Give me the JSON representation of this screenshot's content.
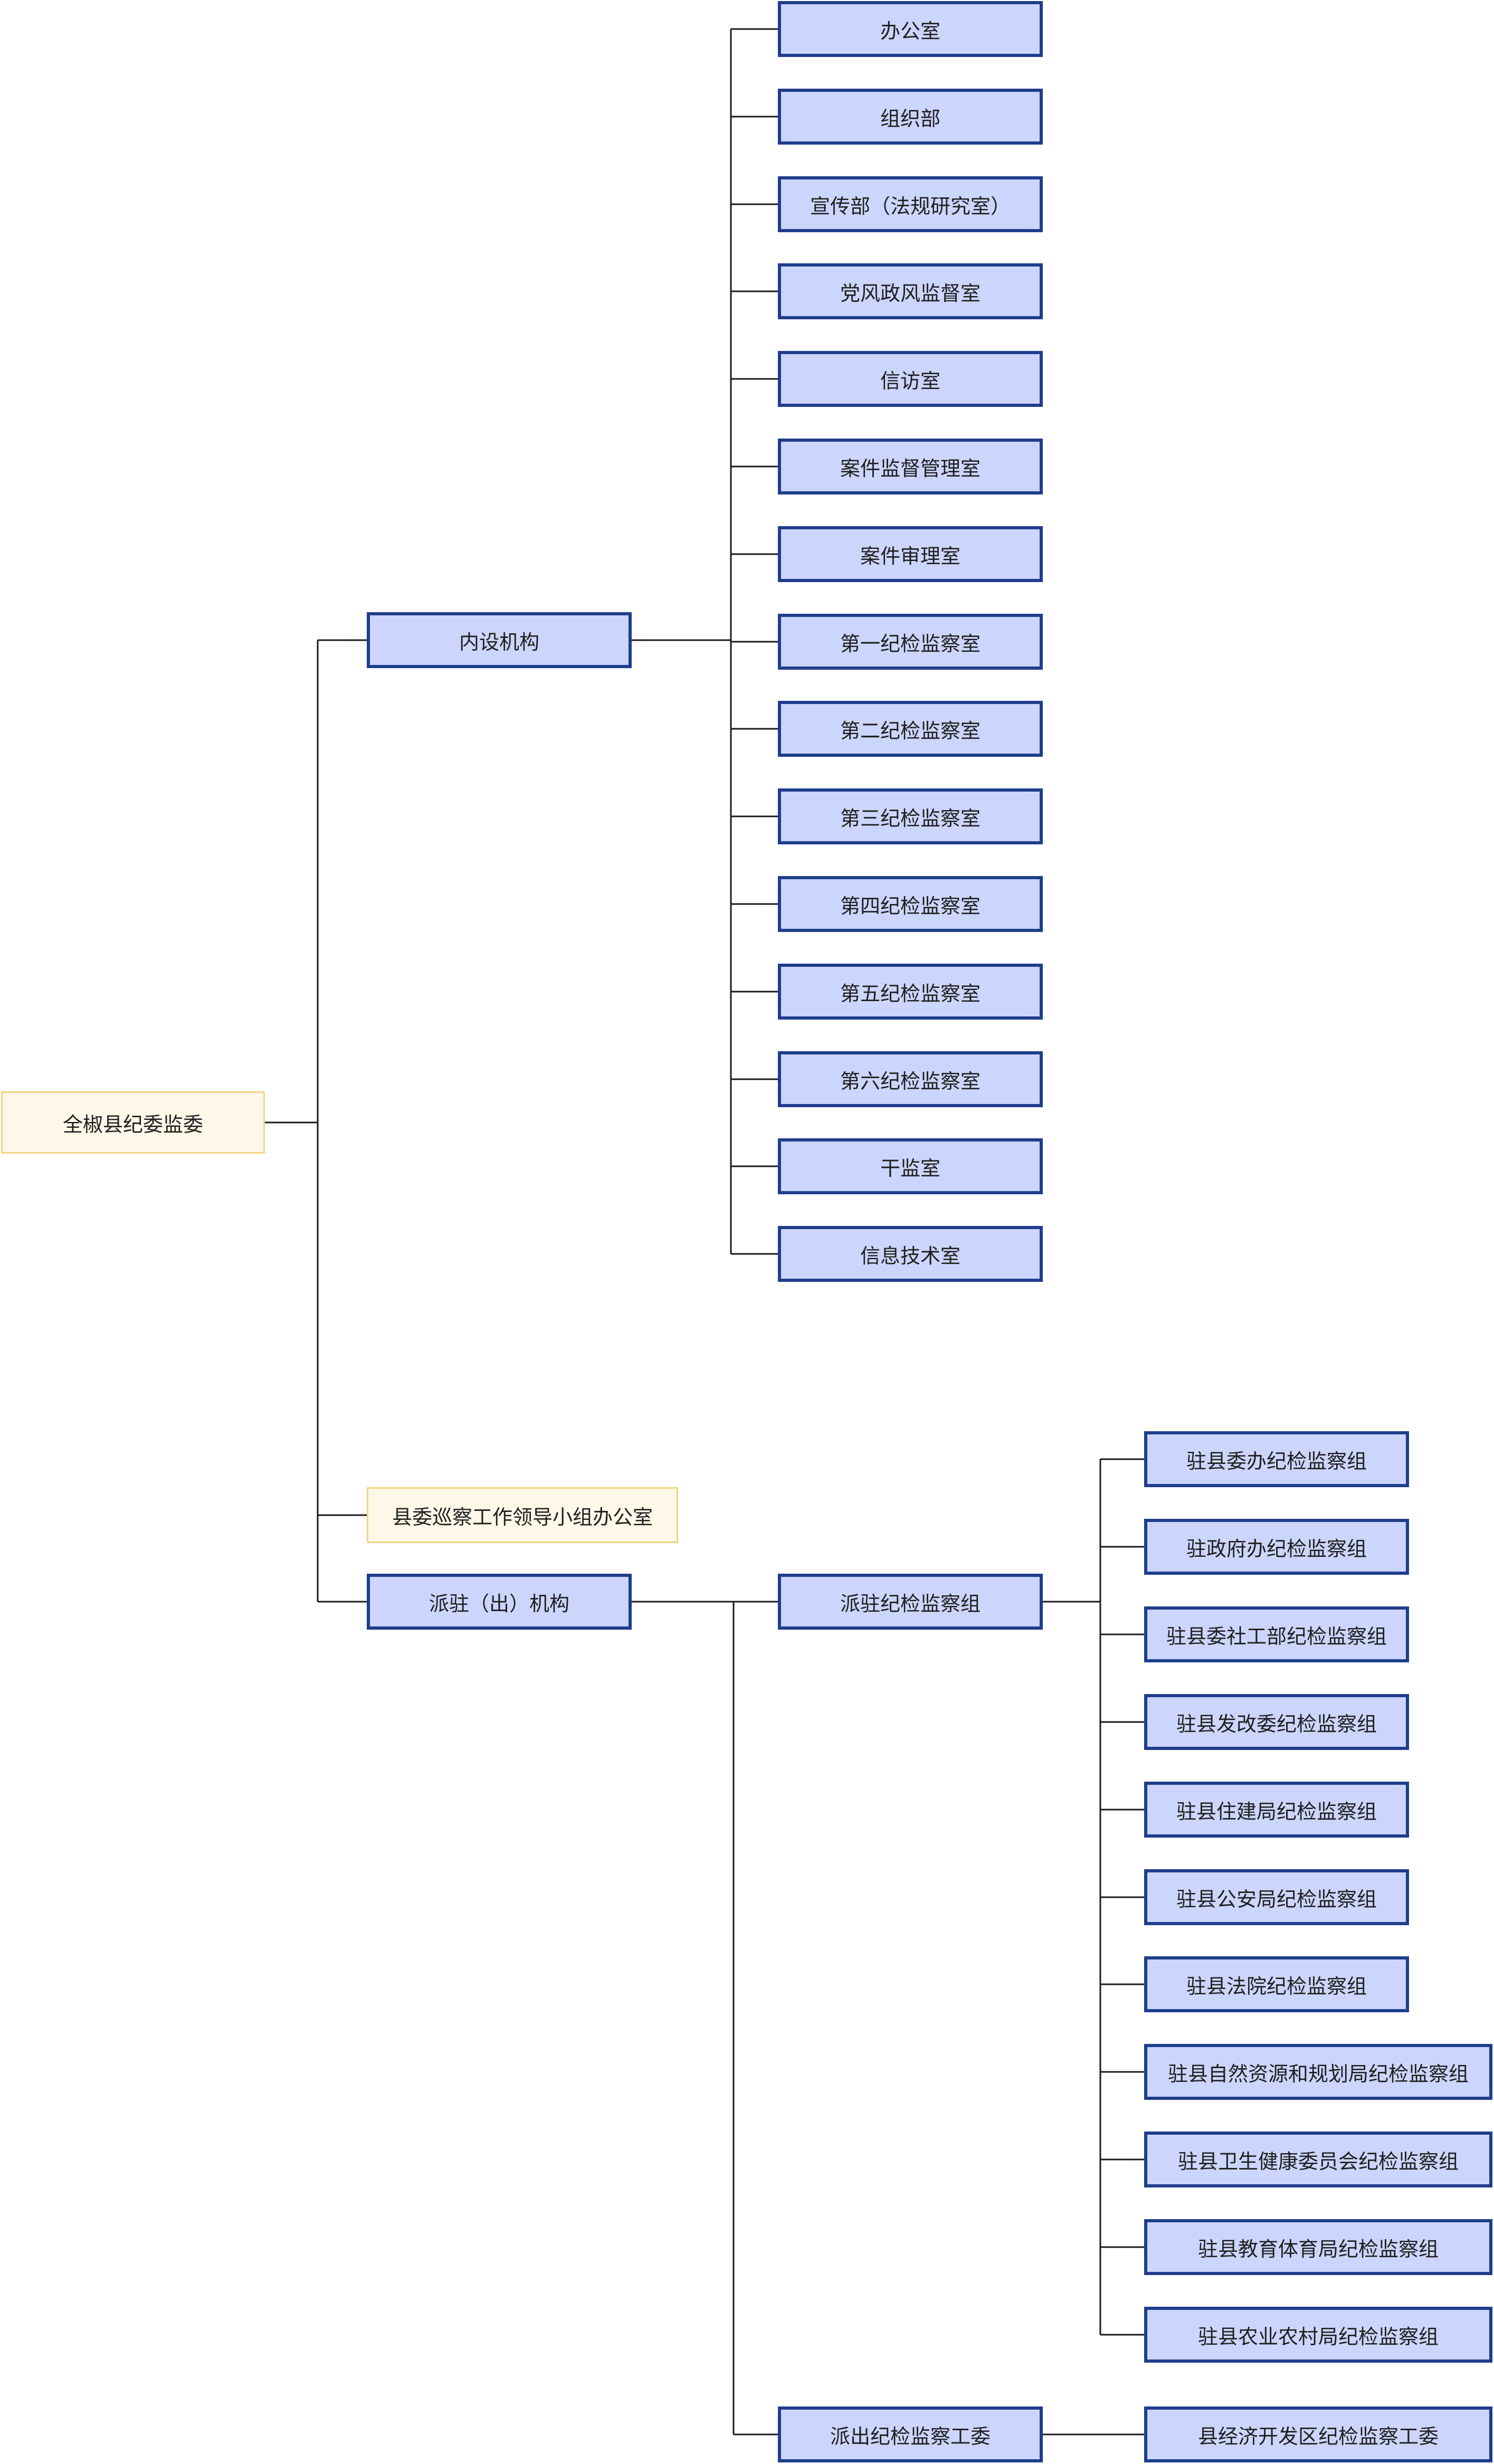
{
  "root": {
    "label": "全椒县纪委监委"
  },
  "branch_internal": {
    "label": "内设机构",
    "children": [
      "办公室",
      "组织部",
      "宣传部（法规研究室）",
      "党风政风监督室",
      "信访室",
      "案件监督管理室",
      "案件审理室",
      "第一纪检监察室",
      "第二纪检监察室",
      "第三纪检监察室",
      "第四纪检监察室",
      "第五纪检监察室",
      "第六纪检监察室",
      "干监室",
      "信息技术室"
    ]
  },
  "inspection_office": {
    "label": "县委巡察工作领导小组办公室"
  },
  "branch_dispatched": {
    "label": "派驻（出）机构",
    "groups": {
      "label": "派驻纪检监察组",
      "children": [
        "驻县委办纪检监察组",
        "驻政府办纪检监察组",
        "驻县委社工部纪检监察组",
        "驻县发改委纪检监察组",
        "驻县住建局纪检监察组",
        "驻县公安局纪检监察组",
        "驻县法院纪检监察组",
        "驻县自然资源和规划局纪检监察组",
        "驻县卫生健康委员会纪检监察组",
        "驻县教育体育局纪检监察组",
        "驻县农业农村局纪检监察组"
      ]
    },
    "working_committee": {
      "label": "派出纪检监察工委",
      "children": [
        "县经济开发区纪检监察工委"
      ]
    }
  },
  "colors": {
    "dept_fill": "#ccd5fb",
    "dept_border": "#1f3d8c",
    "special_fill": "#fff7e8",
    "special_border": "#f5d382",
    "connector": "#1a1a1a"
  }
}
